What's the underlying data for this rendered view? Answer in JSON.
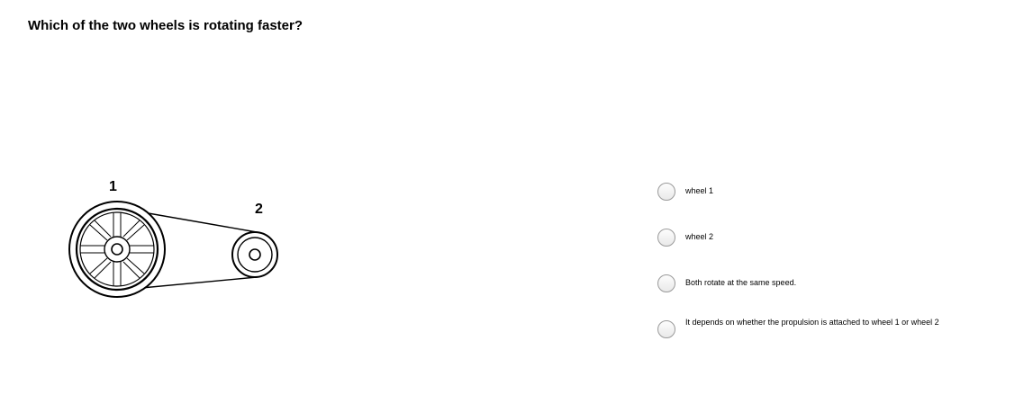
{
  "question": {
    "text": "Which of the two wheels is rotating faster?"
  },
  "figure": {
    "wheel1_label": "1",
    "wheel2_label": "2"
  },
  "options": [
    {
      "label": "wheel 1",
      "selected": false
    },
    {
      "label": "wheel 2",
      "selected": false
    },
    {
      "label": "Both rotate at the same speed.",
      "selected": false
    },
    {
      "label": "It depends on whether the propulsion is attached to wheel 1 or wheel 2",
      "selected": false
    }
  ]
}
